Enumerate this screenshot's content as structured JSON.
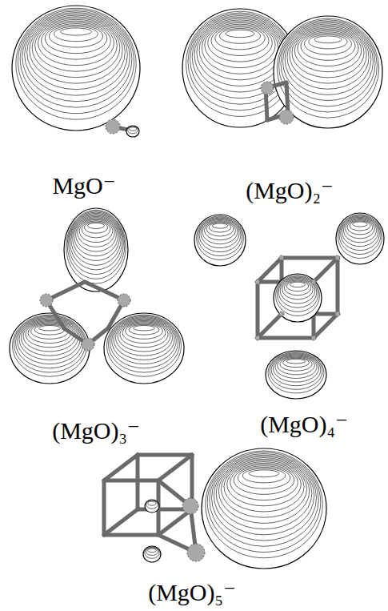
{
  "diagram": {
    "labels": [
      "MgO⁻",
      "(MgO)₂⁻",
      "(MgO)₃⁻",
      "(MgO)₄⁻",
      "(MgO)₅⁻"
    ]
  }
}
